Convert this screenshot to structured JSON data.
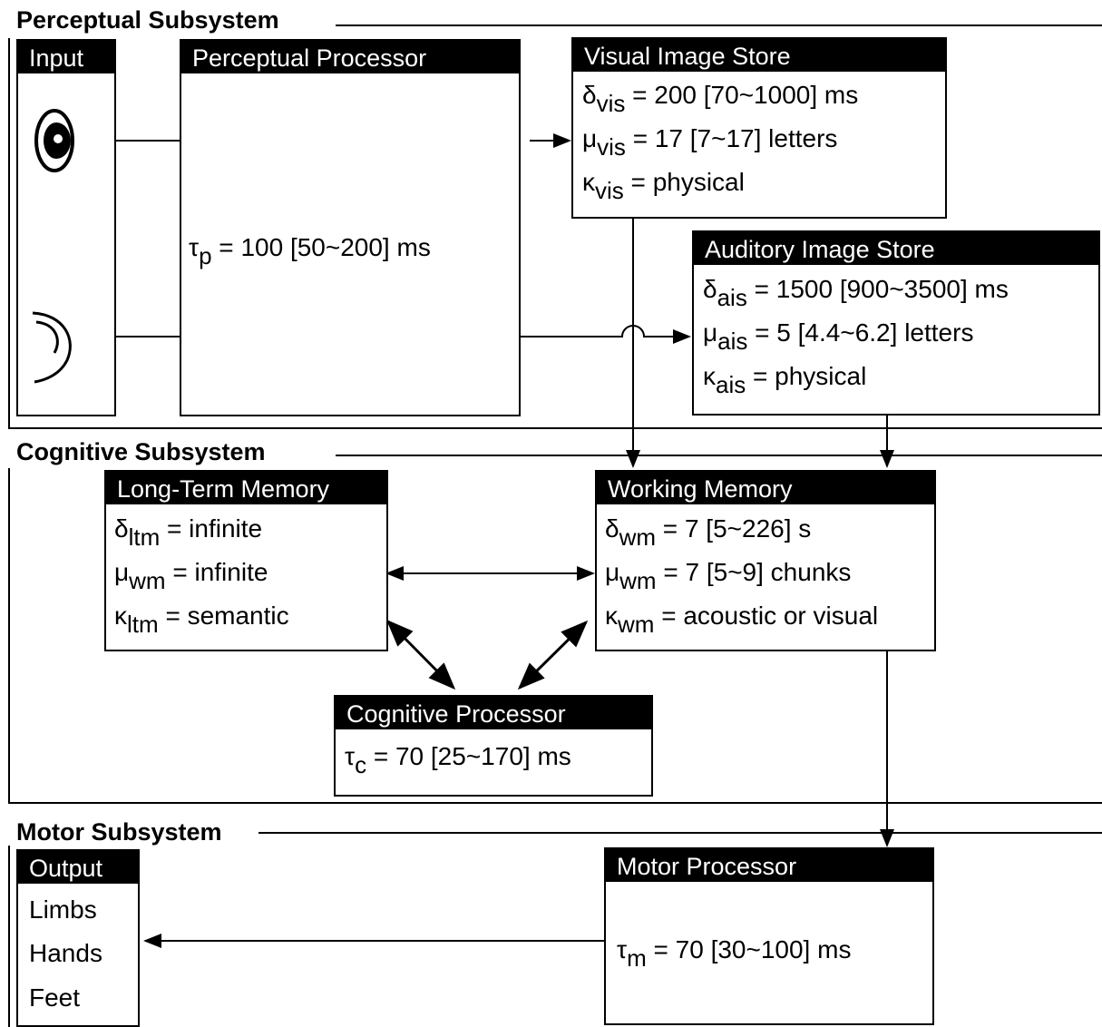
{
  "subsystems": {
    "perceptual": "Perceptual Subsystem",
    "cognitive": "Cognitive Subsystem",
    "motor": "Motor Subsystem"
  },
  "input": {
    "title": "Input",
    "icons": [
      "eye-icon",
      "ear-icon"
    ]
  },
  "perceptual_processor": {
    "title": "Perceptual Processor",
    "tau": {
      "symbol": "τ",
      "sub": "p",
      "value": " = 100 [50~200] ms"
    }
  },
  "visual_image_store": {
    "title": "Visual Image Store",
    "params": [
      {
        "symbol": "δ",
        "sub": "vis",
        "value": " = 200 [70~1000] ms"
      },
      {
        "symbol": "μ",
        "sub": "vis",
        "value": " = 17 [7~17] letters"
      },
      {
        "symbol": "κ",
        "sub": "vis",
        "value": " = physical"
      }
    ]
  },
  "auditory_image_store": {
    "title": "Auditory Image Store",
    "params": [
      {
        "symbol": "δ",
        "sub": "ais",
        "value": " = 1500 [900~3500] ms"
      },
      {
        "symbol": "μ",
        "sub": "ais",
        "value": " = 5 [4.4~6.2] letters"
      },
      {
        "symbol": "κ",
        "sub": "ais",
        "value": " = physical"
      }
    ]
  },
  "long_term_memory": {
    "title": "Long-Term Memory",
    "params": [
      {
        "symbol": "δ",
        "sub": "ltm",
        "value": " = infinite"
      },
      {
        "symbol": "μ",
        "sub": "wm",
        "value": " = infinite"
      },
      {
        "symbol": "κ",
        "sub": "ltm",
        "value": " = semantic"
      }
    ]
  },
  "working_memory": {
    "title": "Working Memory",
    "params": [
      {
        "symbol": "δ",
        "sub": "wm",
        "value": " = 7 [5~226] s"
      },
      {
        "symbol": "μ",
        "sub": "wm",
        "value": " = 7 [5~9] chunks"
      },
      {
        "symbol": "κ",
        "sub": "wm",
        "value": " = acoustic or visual"
      }
    ]
  },
  "cognitive_processor": {
    "title": "Cognitive Processor",
    "tau": {
      "symbol": "τ",
      "sub": "c",
      "value": " = 70 [25~170] ms"
    }
  },
  "motor_processor": {
    "title": "Motor Processor",
    "tau": {
      "symbol": "τ",
      "sub": "m",
      "value": " = 70 [30~100] ms"
    }
  },
  "output": {
    "title": "Output",
    "items": [
      "Limbs",
      "Hands",
      "Feet"
    ]
  }
}
